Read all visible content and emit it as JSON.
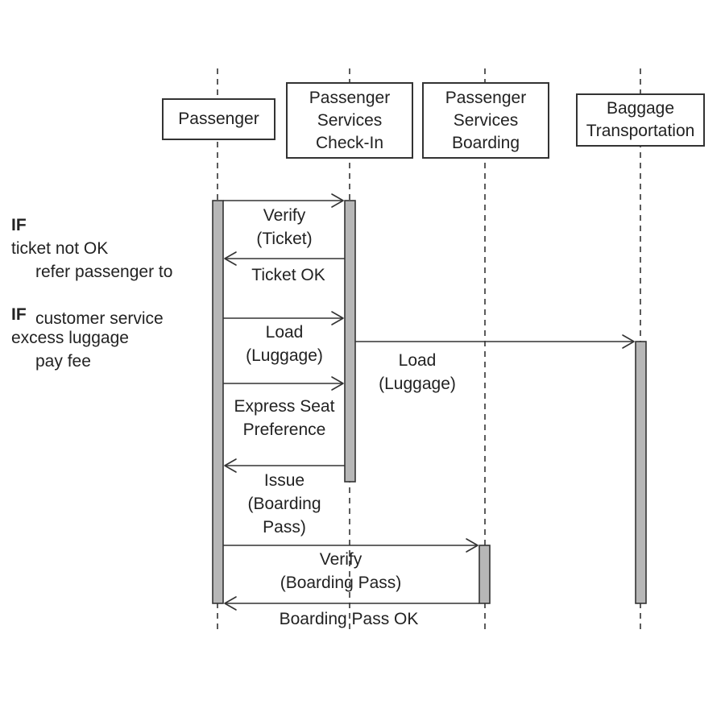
{
  "participants": [
    {
      "id": "passenger",
      "label": "Passenger"
    },
    {
      "id": "checkin",
      "label": "Passenger\nServices\nCheck-In"
    },
    {
      "id": "boarding",
      "label": "Passenger\nServices\nBoarding"
    },
    {
      "id": "baggage",
      "label": "Baggage\nTransportation"
    }
  ],
  "messages": [
    {
      "from": "passenger",
      "to": "checkin",
      "label": "Verify\n(Ticket)"
    },
    {
      "from": "checkin",
      "to": "passenger",
      "label": "Ticket OK"
    },
    {
      "from": "passenger",
      "to": "checkin",
      "label": "Load\n(Luggage)"
    },
    {
      "from": "checkin",
      "to": "baggage",
      "label": "Load\n(Luggage)"
    },
    {
      "from": "passenger",
      "to": "checkin",
      "label": "Express Seat\nPreference"
    },
    {
      "from": "checkin",
      "to": "passenger",
      "label": "Issue\n(Boarding\nPass)"
    },
    {
      "from": "passenger",
      "to": "boarding",
      "label": "Verify\n(Boarding Pass)"
    },
    {
      "from": "boarding",
      "to": "passenger",
      "label": "Boarding Pass OK"
    }
  ],
  "notes": [
    {
      "keyword": "IF",
      "lines": [
        "ticket not OK",
        "refer passenger to",
        "customer service"
      ]
    },
    {
      "keyword": "IF",
      "lines": [
        "excess luggage",
        "pay fee"
      ]
    }
  ]
}
